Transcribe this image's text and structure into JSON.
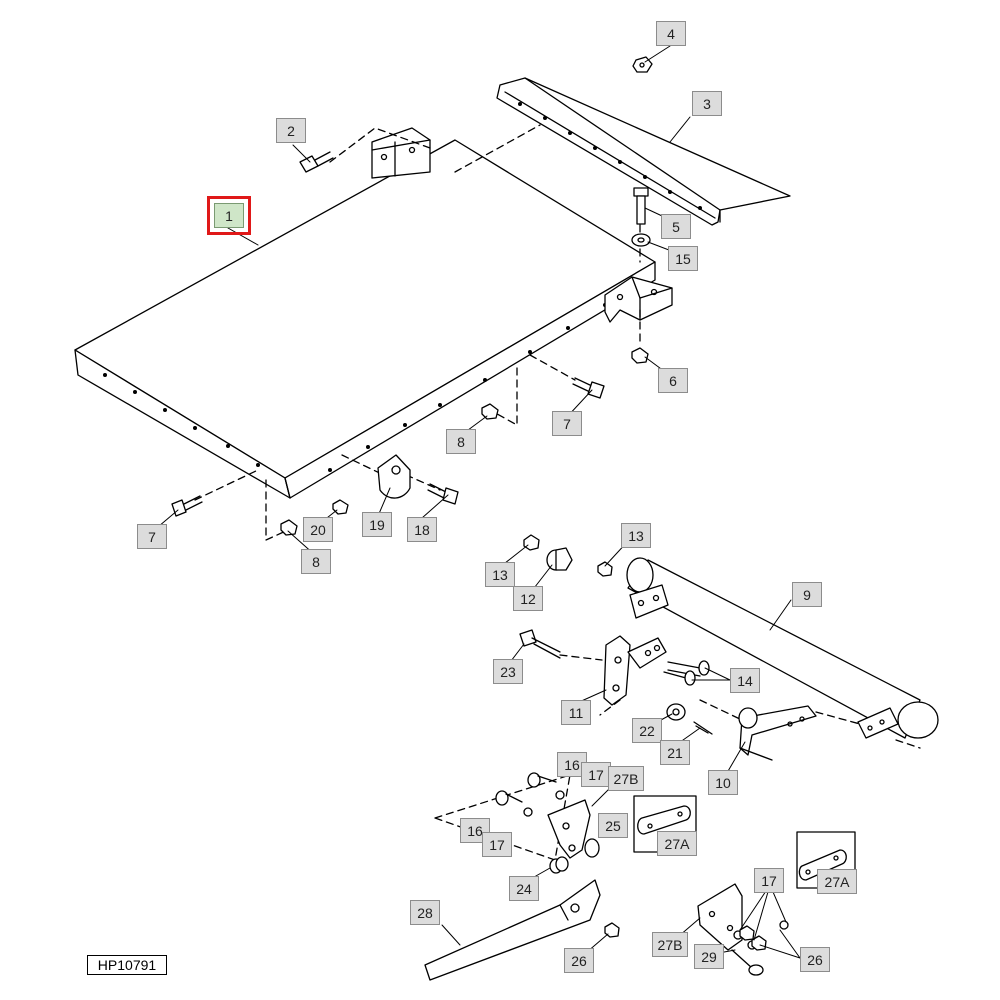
{
  "diagram": {
    "reference_code": "HP10791",
    "selected_callout": "1",
    "callouts": [
      {
        "id": "c1",
        "label": "1",
        "selected": true
      },
      {
        "id": "c2",
        "label": "2"
      },
      {
        "id": "c3",
        "label": "3"
      },
      {
        "id": "c4",
        "label": "4"
      },
      {
        "id": "c5",
        "label": "5"
      },
      {
        "id": "c15",
        "label": "15"
      },
      {
        "id": "c6",
        "label": "6"
      },
      {
        "id": "c7a",
        "label": "7"
      },
      {
        "id": "c8a",
        "label": "8"
      },
      {
        "id": "c7b",
        "label": "7"
      },
      {
        "id": "c20",
        "label": "20"
      },
      {
        "id": "c19",
        "label": "19"
      },
      {
        "id": "c18",
        "label": "18"
      },
      {
        "id": "c8b",
        "label": "8"
      },
      {
        "id": "c13a",
        "label": "13"
      },
      {
        "id": "c13b",
        "label": "13"
      },
      {
        "id": "c12",
        "label": "12"
      },
      {
        "id": "c9",
        "label": "9"
      },
      {
        "id": "c23",
        "label": "23"
      },
      {
        "id": "c14",
        "label": "14"
      },
      {
        "id": "c11",
        "label": "11"
      },
      {
        "id": "c22",
        "label": "22"
      },
      {
        "id": "c21",
        "label": "21"
      },
      {
        "id": "c10",
        "label": "10"
      },
      {
        "id": "c16a",
        "label": "16"
      },
      {
        "id": "c17a",
        "label": "17"
      },
      {
        "id": "c27b_a",
        "label": "27B"
      },
      {
        "id": "c25",
        "label": "25"
      },
      {
        "id": "c27a_a",
        "label": "27A"
      },
      {
        "id": "c16b",
        "label": "16"
      },
      {
        "id": "c17b",
        "label": "17"
      },
      {
        "id": "c24",
        "label": "24"
      },
      {
        "id": "c27a_b",
        "label": "27A"
      },
      {
        "id": "c17c",
        "label": "17"
      },
      {
        "id": "c28",
        "label": "28"
      },
      {
        "id": "c26a",
        "label": "26"
      },
      {
        "id": "c27b_b",
        "label": "27B"
      },
      {
        "id": "c29",
        "label": "29"
      },
      {
        "id": "c26b",
        "label": "26"
      }
    ]
  }
}
